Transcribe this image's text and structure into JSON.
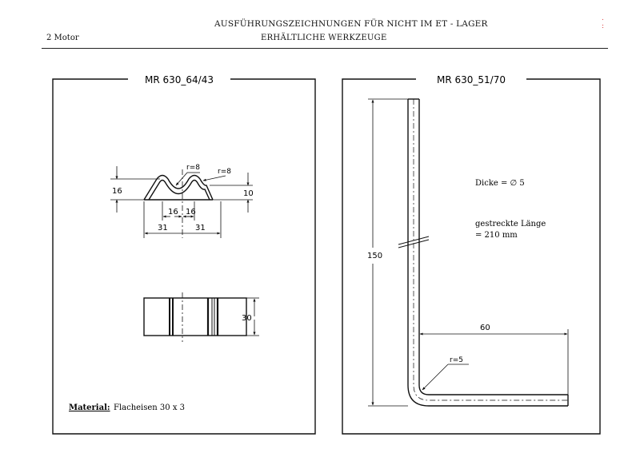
{
  "header": {
    "section": "2 Motor",
    "title_line1": "AUSFÜHRUNGSZEICHNUNGEN FÜR NICHT IM ET - LAGER",
    "title_line2": "ERHÄLTLICHE WERKZEUGE"
  },
  "left_panel": {
    "part_number": "MR 630_64/43",
    "dims": {
      "height_16": "16",
      "radius_left": "r=8",
      "radius_right": "r=8",
      "height_10": "10",
      "inner_left": "16",
      "inner_right": "16",
      "outer_left": "31",
      "outer_right": "31",
      "width_30": "30"
    },
    "material_label": "Material:",
    "material_value": "Flacheisen 30 x 3"
  },
  "right_panel": {
    "part_number": "MR 630_51/70",
    "thickness": "Dicke = ∅ 5",
    "stretched_length_label": "gestreckte Länge",
    "stretched_length_value": "= 210 mm",
    "dims": {
      "height_150": "150",
      "width_60": "60",
      "radius": "r=5"
    }
  },
  "colors": {
    "ink": "#111111",
    "paper": "#ffffff",
    "corner_mark": "#dd4444"
  }
}
